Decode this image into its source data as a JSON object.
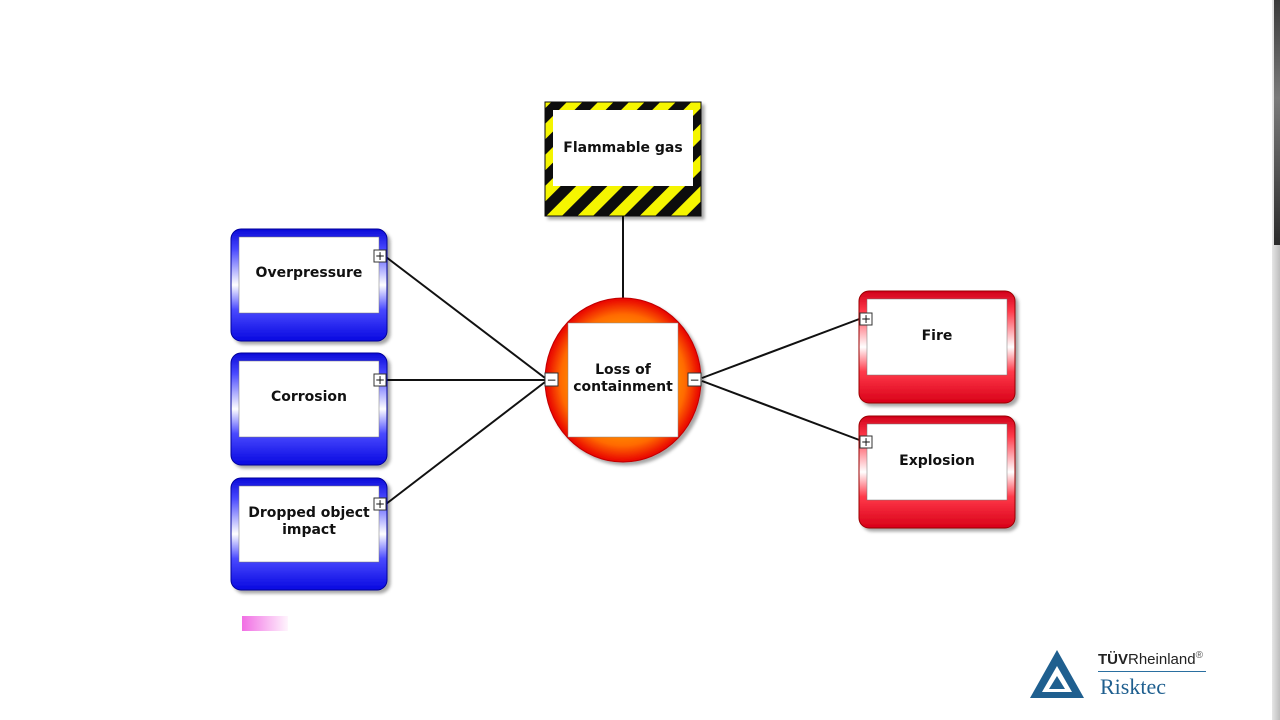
{
  "diagram": {
    "hazard": {
      "label": "Flammable gas"
    },
    "top_event": {
      "label": "Loss of containment"
    },
    "threats": [
      {
        "id": "overpressure",
        "label": "Overpressure"
      },
      {
        "id": "corrosion",
        "label": "Corrosion"
      },
      {
        "id": "dropped-object",
        "label": "Dropped object impact"
      }
    ],
    "consequences": [
      {
        "id": "fire",
        "label": "Fire"
      },
      {
        "id": "explosion",
        "label": "Explosion"
      }
    ],
    "colors": {
      "threat": "#1a1aff",
      "consequence": "#e0001a",
      "hazard_stripe_yellow": "#f5f500",
      "hazard_stripe_black": "#111111",
      "top_event_outer": "#e80000",
      "top_event_inner": "#ffa000",
      "connector": "#111111"
    },
    "expand_symbol": "+",
    "collapse_symbol": "−"
  },
  "logo": {
    "brand_bold": "TÜV",
    "brand_rest": "Rheinland",
    "registered": "®",
    "product": "Risktec"
  }
}
